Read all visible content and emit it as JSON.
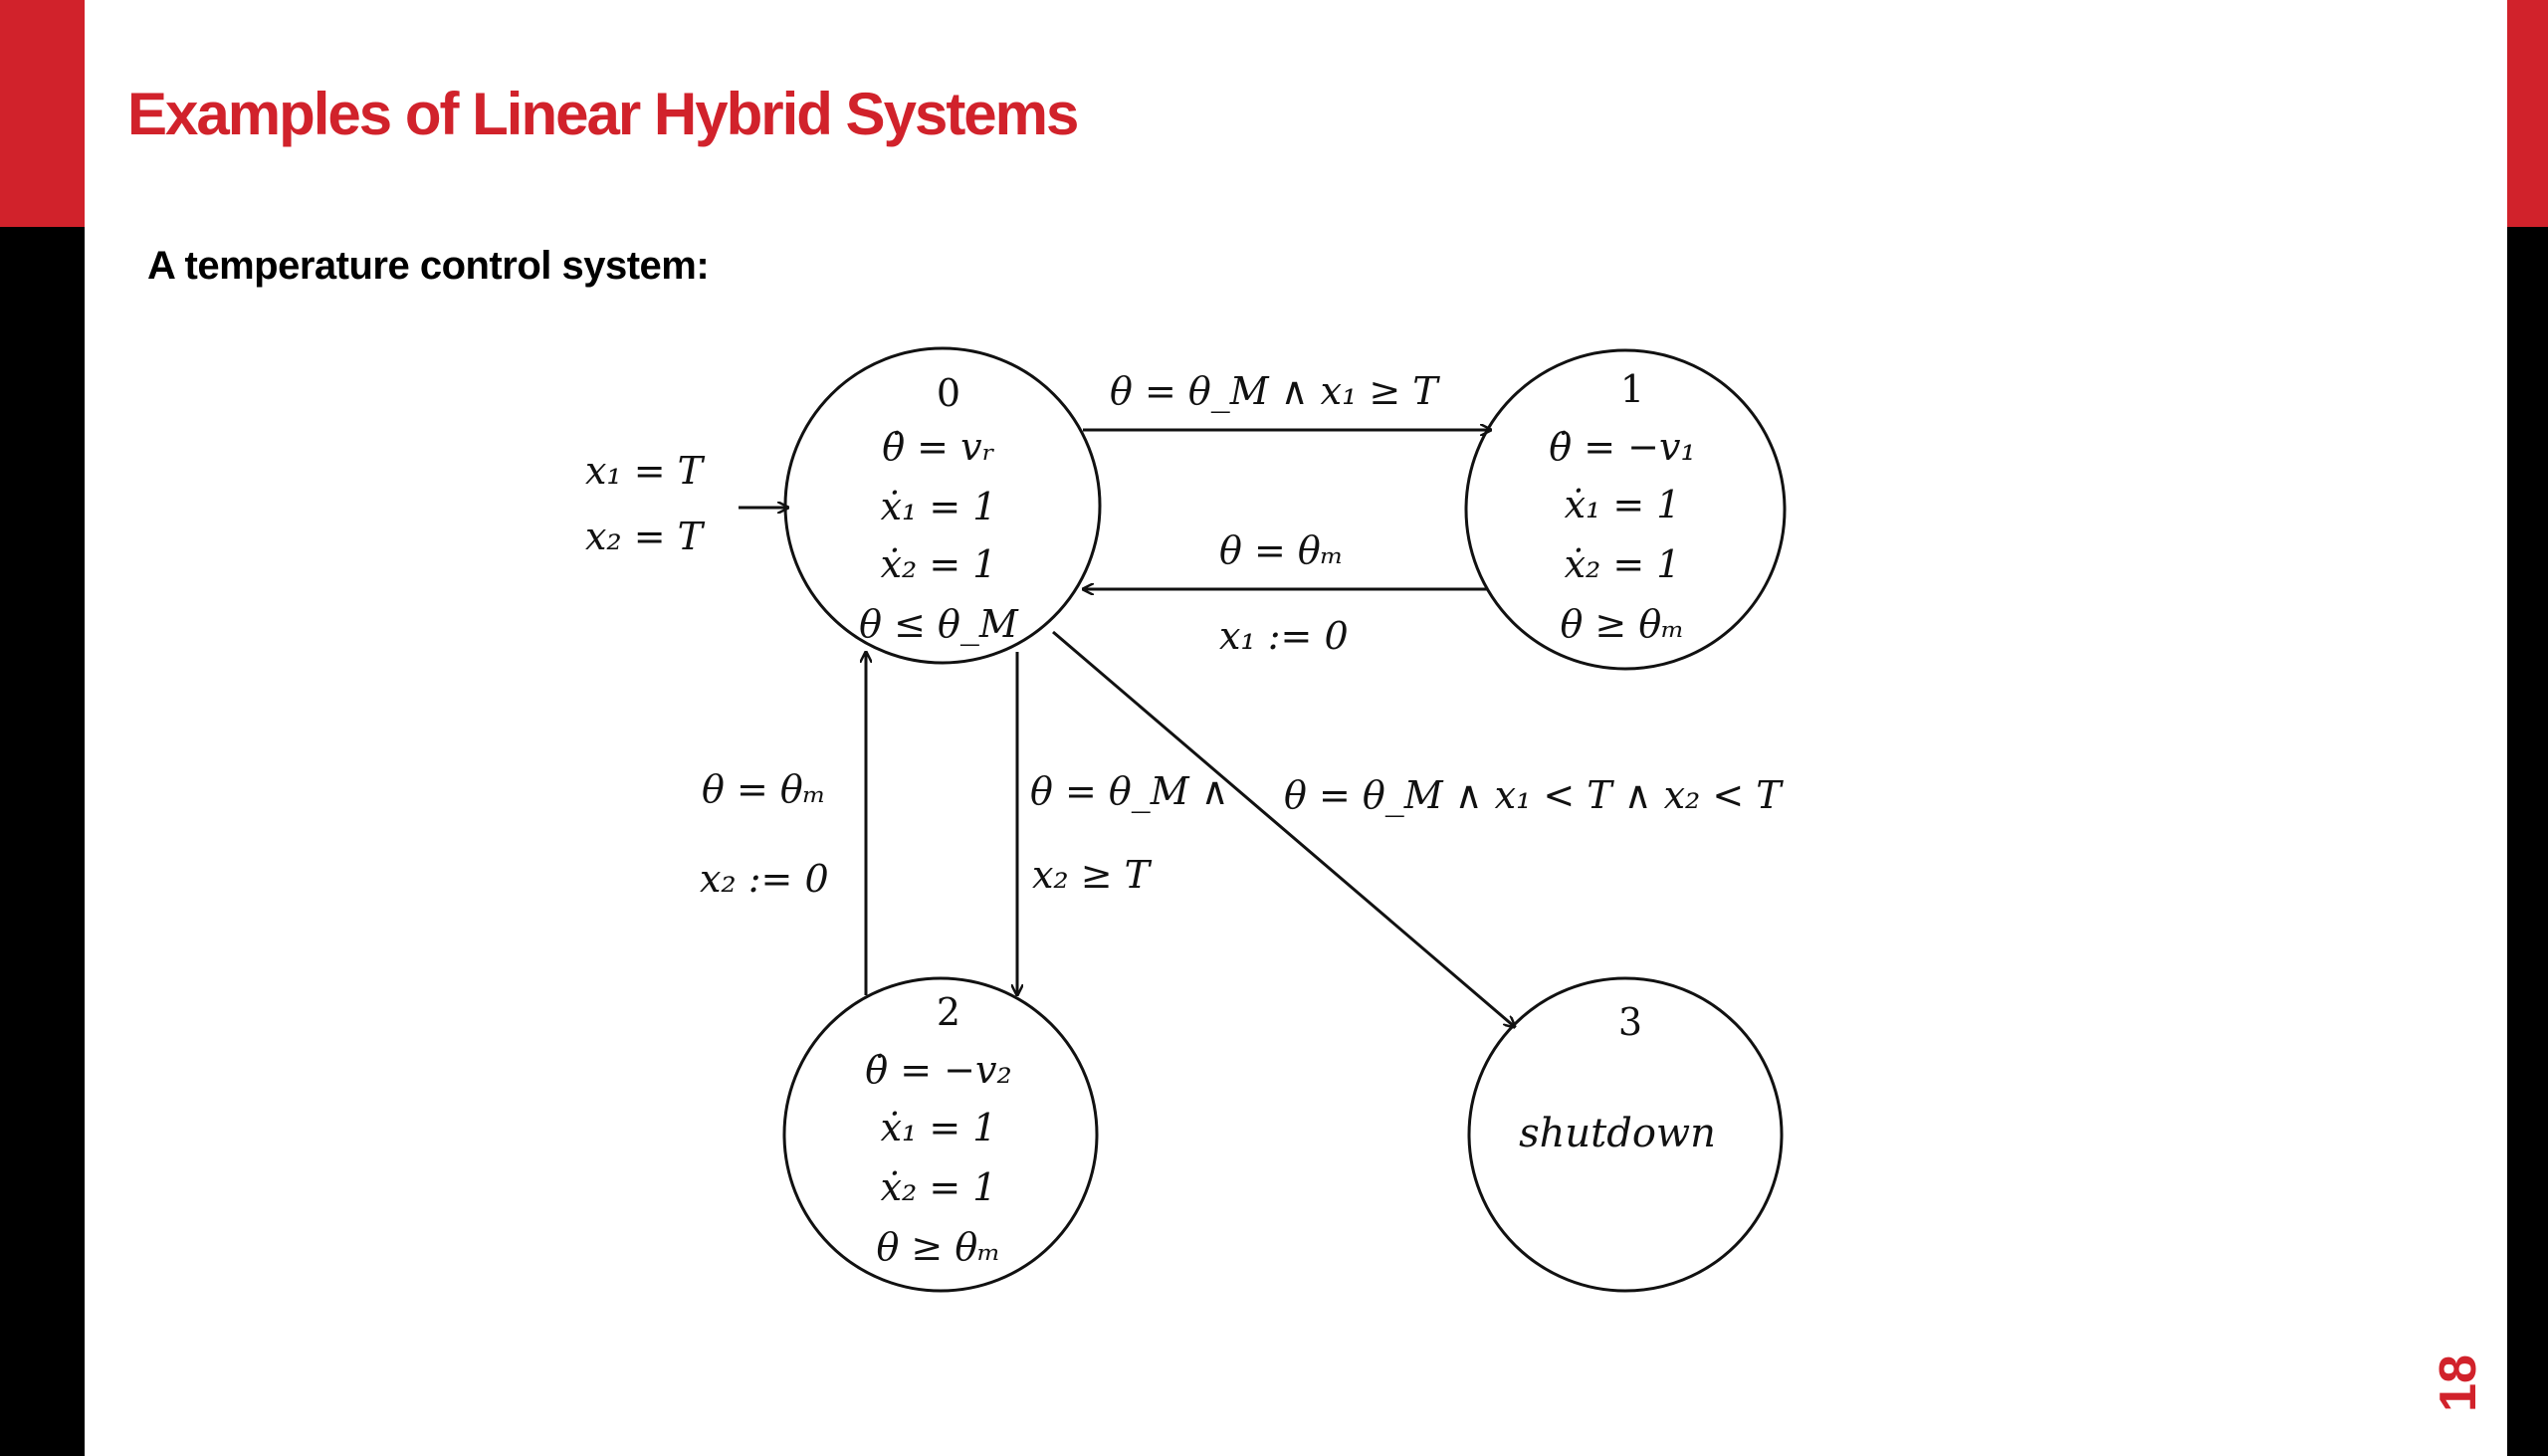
{
  "slide": {
    "title": "Examples of Linear Hybrid Systems",
    "subtitle": "A temperature control system:",
    "page_number": "18"
  },
  "colors": {
    "accent": "#d1222b",
    "side_bars": "#000000"
  },
  "diagram": {
    "initial": [
      "x₁ = T",
      "x₂ = T"
    ],
    "states": [
      {
        "id": "0",
        "lines": [
          "θ̇ = vᵣ",
          "ẋ₁ = 1",
          "ẋ₂ = 1",
          "θ ≤ θ_M"
        ]
      },
      {
        "id": "1",
        "lines": [
          "θ̇ = −v₁",
          "ẋ₁ = 1",
          "ẋ₂ = 1",
          "θ ≥ θₘ"
        ]
      },
      {
        "id": "2",
        "lines": [
          "θ̇ = −v₂",
          "ẋ₁ = 1",
          "ẋ₂ = 1",
          "θ ≥ θₘ"
        ]
      },
      {
        "id": "3",
        "lines": [
          "shutdown"
        ]
      }
    ],
    "transitions": {
      "t01": "θ = θ_M ∧ x₁ ≥ T",
      "t10_guard": "θ = θₘ",
      "t10_reset": "x₁ := 0",
      "t20_guard": "θ = θₘ",
      "t20_reset": "x₂ := 0",
      "t02_guard": "θ = θ_M ∧",
      "t02_cond": "x₂ ≥ T",
      "t03": "θ = θ_M ∧ x₁ < T ∧ x₂ < T"
    }
  }
}
